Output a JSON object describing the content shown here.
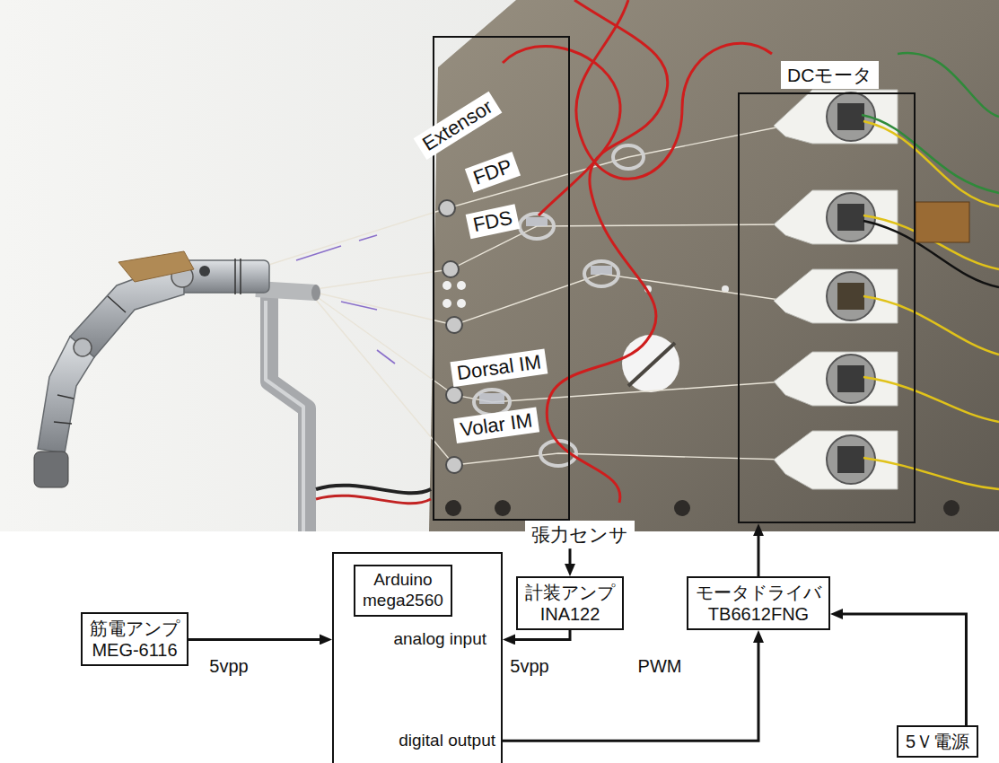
{
  "diagram": {
    "nodes": [
      {
        "text": [
          "張力センサ"
        ]
      },
      {
        "text": [
          "DCモータ"
        ]
      },
      {
        "text": [
          "analog input",
          "digital output"
        ]
      },
      {
        "text": [
          "Arduino mega2560"
        ],
        "in": 2
      },
      {
        "text": [
          "筋電アンプ MEG-6116"
        ]
      },
      {
        "text": [
          "計装アンプ INA122"
        ]
      },
      {
        "text": [
          "モータドライバ TB6612FNG"
        ]
      },
      {
        "text": [
          "5Ｖ電源"
        ]
      }
    ],
    "edges": [
      {
        "from": 0,
        "to": 5,
        "arrow": "to"
      },
      {
        "from": 6,
        "to": 1,
        "arrow": "to"
      },
      {
        "from": 4,
        "to": 2,
        "label": "5vpp",
        "arrow": "to"
      },
      {
        "from": 5,
        "to": 2,
        "label": "5vpp",
        "arrow": "to"
      },
      {
        "from": 2,
        "to": 6,
        "label": "PWM",
        "arrow": "to"
      },
      {
        "from": 7,
        "to": 6,
        "arrow": "to"
      }
    ],
    "labels": [
      "Extensor",
      "FDP",
      "FDS",
      "Dorsal IM",
      "Volar IM"
    ]
  }
}
